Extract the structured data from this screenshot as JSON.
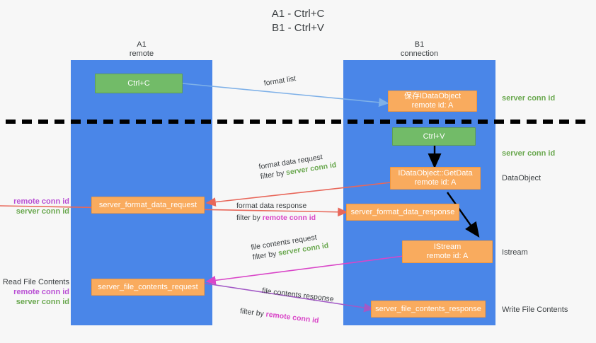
{
  "title": "A1 - Ctrl+C\nB1 - Ctrl+V",
  "colors": {
    "lane": "#4a86e8",
    "green_node": "#72bb68",
    "orange_node": "#f9ab5e",
    "server_conn": "#6aa84f",
    "remote_conn": "#b94fd4",
    "arrow_blue": "#7fb1e8",
    "arrow_red": "#e8675a",
    "arrow_magenta": "#d946c8",
    "arrow_purple": "#a259c6",
    "arrow_black": "#000000",
    "background": "#f7f7f7"
  },
  "lanes": [
    {
      "name": "A1",
      "sub": "remote"
    },
    {
      "name": "B1",
      "sub": "connection"
    }
  ],
  "nodes": {
    "ctrl_c": {
      "line1": "Ctrl+C",
      "line2": ""
    },
    "ctrl_v": {
      "line1": "Ctrl+V",
      "line2": ""
    },
    "idataobject_saved": {
      "line1": "保存IDataObject",
      "line2": "remote id: A"
    },
    "getdata": {
      "line1": "IDataObject::GetData",
      "line2": "remote id: A"
    },
    "istream": {
      "line1": "IStream",
      "line2": "remote id: A"
    },
    "server_format_data_request": {
      "line1": "server_format_data_request",
      "line2": ""
    },
    "server_format_data_response": {
      "line1": "server_format_data_response",
      "line2": ""
    },
    "server_file_contents_request": {
      "line1": "server_file_contents_request",
      "line2": ""
    },
    "server_file_contents_response": {
      "line1": "server_file_contents_response",
      "line2": ""
    }
  },
  "side_notes": {
    "server_conn_top": "server conn id",
    "server_conn_mid": "server conn id",
    "dataobject": "DataObject",
    "istream": "Istream",
    "write_file_contents": "Write File Contents"
  },
  "left_notes": {
    "format_remote": "remote conn id",
    "format_server": "server conn id",
    "read_file_contents": "Read File Contents",
    "file_remote": "remote conn id",
    "file_server": "server conn id"
  },
  "edges": [
    {
      "id": "format-list",
      "label": "format list",
      "filter_prefix": "",
      "filter_value": "",
      "filter_kind": ""
    },
    {
      "id": "format-data-request",
      "label": "format data request",
      "filter_prefix": "filter by ",
      "filter_value": "server conn id",
      "filter_kind": "server"
    },
    {
      "id": "format-data-response",
      "label": "format data response",
      "filter_prefix": "filter by ",
      "filter_value": "remote conn id",
      "filter_kind": "remote"
    },
    {
      "id": "file-contents-request",
      "label": "file contents request",
      "filter_prefix": "filter by ",
      "filter_value": "server conn id",
      "filter_kind": "server"
    },
    {
      "id": "file-contents-response",
      "label": "file contents response",
      "filter_prefix": "filter by ",
      "filter_value": "remote conn id",
      "filter_kind": "remote"
    }
  ]
}
